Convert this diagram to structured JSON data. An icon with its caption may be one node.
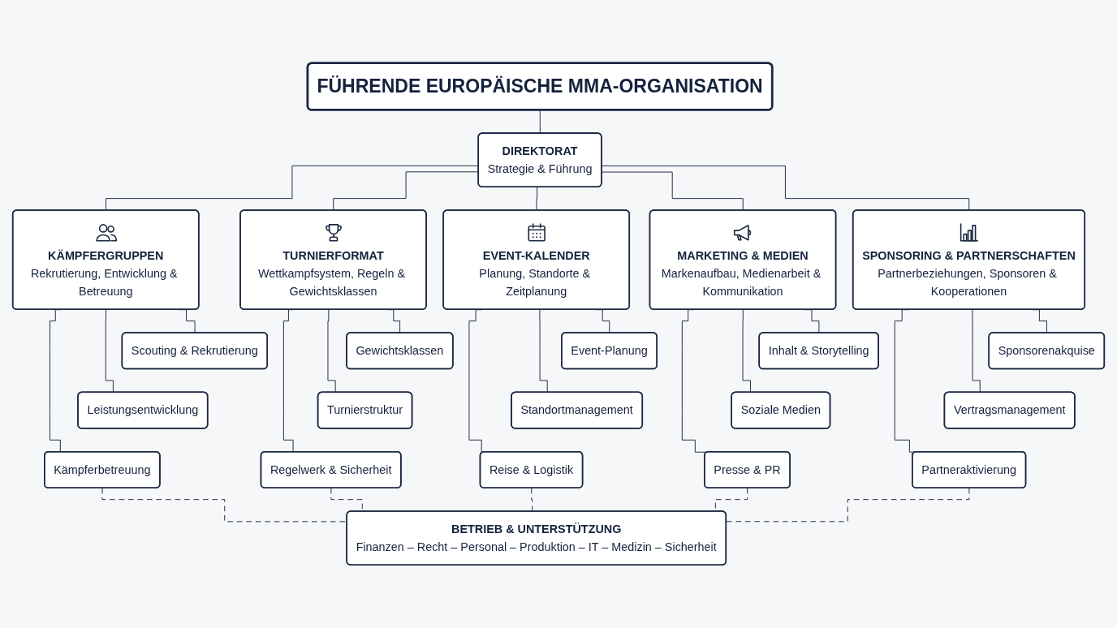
{
  "diagram": {
    "nodes": [
      {
        "text": [
          "FÜHRENDE EUROPÄISCHE MMA-ORGANISATION"
        ]
      },
      {
        "text": [
          "DIREKTORAT",
          "Strategie & Führung"
        ]
      },
      {
        "text": [
          "KÄMPFERGRUPPEN",
          "Rekrutierung, Entwicklung & Betreuung"
        ]
      },
      {
        "text": [
          "Scouting & Rekrutierung"
        ]
      },
      {
        "text": [
          "Leistungsentwicklung"
        ]
      },
      {
        "text": [
          "Kämpferbetreuung"
        ]
      },
      {
        "text": [
          "TURNIERFORMAT",
          "Wettkampfsystem, Regeln & Gewichtsklassen"
        ]
      },
      {
        "text": [
          "Gewichtsklassen"
        ]
      },
      {
        "text": [
          "Turnierstruktur"
        ]
      },
      {
        "text": [
          "Regelwerk & Sicherheit"
        ]
      },
      {
        "text": [
          "EVENT-KALENDER",
          "Planung, Standorte & Zeitplanung"
        ]
      },
      {
        "text": [
          "Event-Planung"
        ]
      },
      {
        "text": [
          "Standortmanagement"
        ]
      },
      {
        "text": [
          "Reise & Logistik"
        ]
      },
      {
        "text": [
          "MARKETING & MEDIEN",
          "Markenaufbau, Medienarbeit & Kommunikation"
        ]
      },
      {
        "text": [
          "Inhalt & Storytelling"
        ]
      },
      {
        "text": [
          "Soziale Medien"
        ]
      },
      {
        "text": [
          "Presse & PR"
        ]
      },
      {
        "text": [
          "SPONSORING & PARTNERSCHAFTEN",
          "Partnerbeziehungen, Sponsoren & Kooperationen"
        ]
      },
      {
        "text": [
          "Sponsorenakquise"
        ]
      },
      {
        "text": [
          "Vertragsmanagement"
        ]
      },
      {
        "text": [
          "Partneraktivierung"
        ]
      },
      {
        "text": [
          "BETRIEB & UNTERSTÜTZUNG",
          "Finanzen – Recht – Personal – Produktion – IT – Medizin – Sicherheit"
        ]
      }
    ],
    "edges": [
      {
        "from": 0,
        "to": 1,
        "arrow": "none"
      },
      {
        "from": 1,
        "to": 2,
        "arrow": "none"
      },
      {
        "from": 1,
        "to": 6,
        "arrow": "none"
      },
      {
        "from": 1,
        "to": 10,
        "arrow": "none"
      },
      {
        "from": 1,
        "to": 14,
        "arrow": "none"
      },
      {
        "from": 1,
        "to": 18,
        "arrow": "none"
      },
      {
        "from": 2,
        "to": 3,
        "arrow": "none"
      },
      {
        "from": 2,
        "to": 4,
        "arrow": "none"
      },
      {
        "from": 2,
        "to": 5,
        "arrow": "none"
      },
      {
        "from": 6,
        "to": 7,
        "arrow": "none"
      },
      {
        "from": 6,
        "to": 8,
        "arrow": "none"
      },
      {
        "from": 6,
        "to": 9,
        "arrow": "none"
      },
      {
        "from": 10,
        "to": 11,
        "arrow": "none"
      },
      {
        "from": 10,
        "to": 12,
        "arrow": "none"
      },
      {
        "from": 10,
        "to": 13,
        "arrow": "none"
      },
      {
        "from": 14,
        "to": 15,
        "arrow": "none"
      },
      {
        "from": 14,
        "to": 16,
        "arrow": "none"
      },
      {
        "from": 14,
        "to": 17,
        "arrow": "none"
      },
      {
        "from": 18,
        "to": 19,
        "arrow": "none"
      },
      {
        "from": 18,
        "to": 20,
        "arrow": "none"
      },
      {
        "from": 18,
        "to": 21,
        "arrow": "none"
      },
      {
        "from": 5,
        "to": 22,
        "arrow": "none",
        "style": "dashed"
      },
      {
        "from": 9,
        "to": 22,
        "arrow": "none",
        "style": "dashed"
      },
      {
        "from": 13,
        "to": 22,
        "arrow": "none",
        "style": "dashed"
      },
      {
        "from": 17,
        "to": 22,
        "arrow": "none",
        "style": "dashed"
      },
      {
        "from": 21,
        "to": 22,
        "arrow": "none",
        "style": "dashed"
      }
    ]
  }
}
